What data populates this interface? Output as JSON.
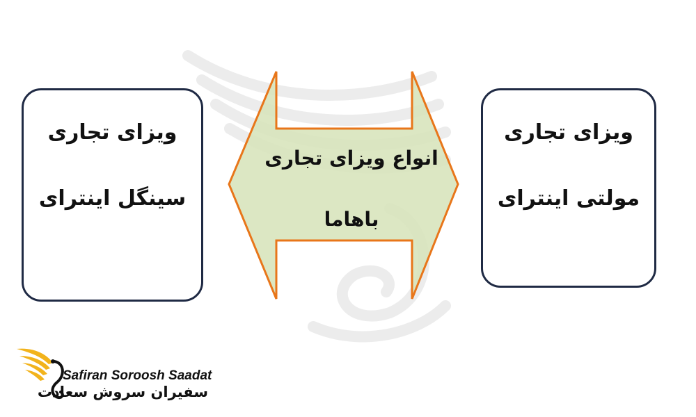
{
  "diagram": {
    "left_box": {
      "line1": "ویزای تجاری",
      "line2": "سینگل اینترای"
    },
    "right_box": {
      "line1": "ویزای تجاری",
      "line2": "مولتی اینترای"
    },
    "center_arrow": {
      "line1": "انواع ویزای تجاری",
      "line2": "باهاما"
    }
  },
  "logo": {
    "lettering_en": "Safiran Soroosh Saadat",
    "lettering_fa": "سفیران سروش سعادت"
  },
  "colors": {
    "box_border": "#1f2a44",
    "arrow_fill": "#d8e4bc",
    "arrow_stroke": "#e8761a",
    "logo_accent": "#f2b31c"
  }
}
